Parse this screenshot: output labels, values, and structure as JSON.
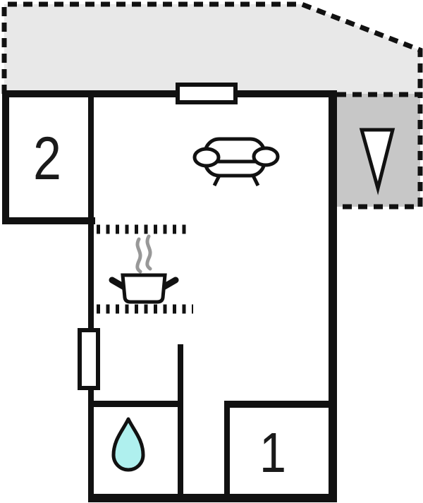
{
  "figure": {
    "type": "apartment-floor-plan",
    "background": "#ffffff"
  },
  "colors": {
    "wall": "#111111",
    "terrace_fill": "#e8e8e8",
    "entrance_fill": "#c7c7c7",
    "water_drop": "#aff0ee",
    "steam": "#989898",
    "label": "#1a1a1a"
  },
  "rooms": {
    "room_top_left": {
      "label": "2"
    },
    "room_bottom_right": {
      "label": "1"
    },
    "living_room": {
      "icon": "sofa-icon"
    },
    "kitchen": {
      "icon": "cooking-pot-icon",
      "counters": "dotted-lines"
    },
    "bathroom": {
      "icon": "water-drop-icon"
    },
    "terrace": {
      "style": "dashed-outline-light-gray"
    },
    "entrance": {
      "icon": "entrance-arrow-icon",
      "style": "dashed-outline-dark-gray"
    }
  },
  "windows": [
    {
      "name": "top-wall-window"
    },
    {
      "name": "left-wall-window"
    }
  ]
}
